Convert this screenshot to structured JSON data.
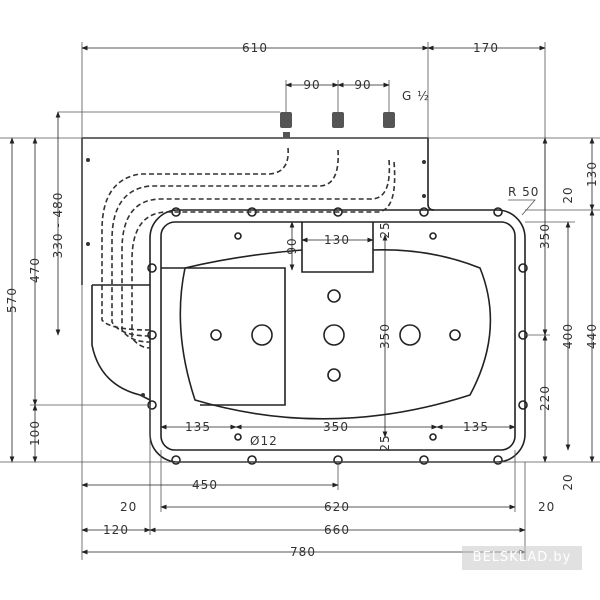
{
  "dimensions": {
    "top_total_left": "610",
    "top_total_right": "170",
    "valve_spacing_1": "90",
    "valve_spacing_2": "90",
    "thread": "G ½",
    "left_570": "570",
    "left_470": "470",
    "left_range": "330 - 480",
    "left_100": "100",
    "right_130": "130",
    "right_20_top": "20",
    "right_r50": "R 50",
    "right_350": "350",
    "right_400": "400",
    "right_440": "440",
    "right_220": "220",
    "right_20_bottom": "20",
    "inner_90": "90",
    "inner_130": "130",
    "inner_25_top": "25",
    "inner_350_v": "350",
    "inner_135_left": "135",
    "inner_350_h": "350",
    "inner_135_right": "135",
    "inner_dia": "Ø12",
    "inner_25_bottom": "25",
    "bottom_450": "450",
    "bottom_20_left": "20",
    "bottom_620": "620",
    "bottom_20_right": "20",
    "bottom_120": "120",
    "bottom_660": "660",
    "bottom_780": "780"
  },
  "watermark": "BELSKLAD.by"
}
